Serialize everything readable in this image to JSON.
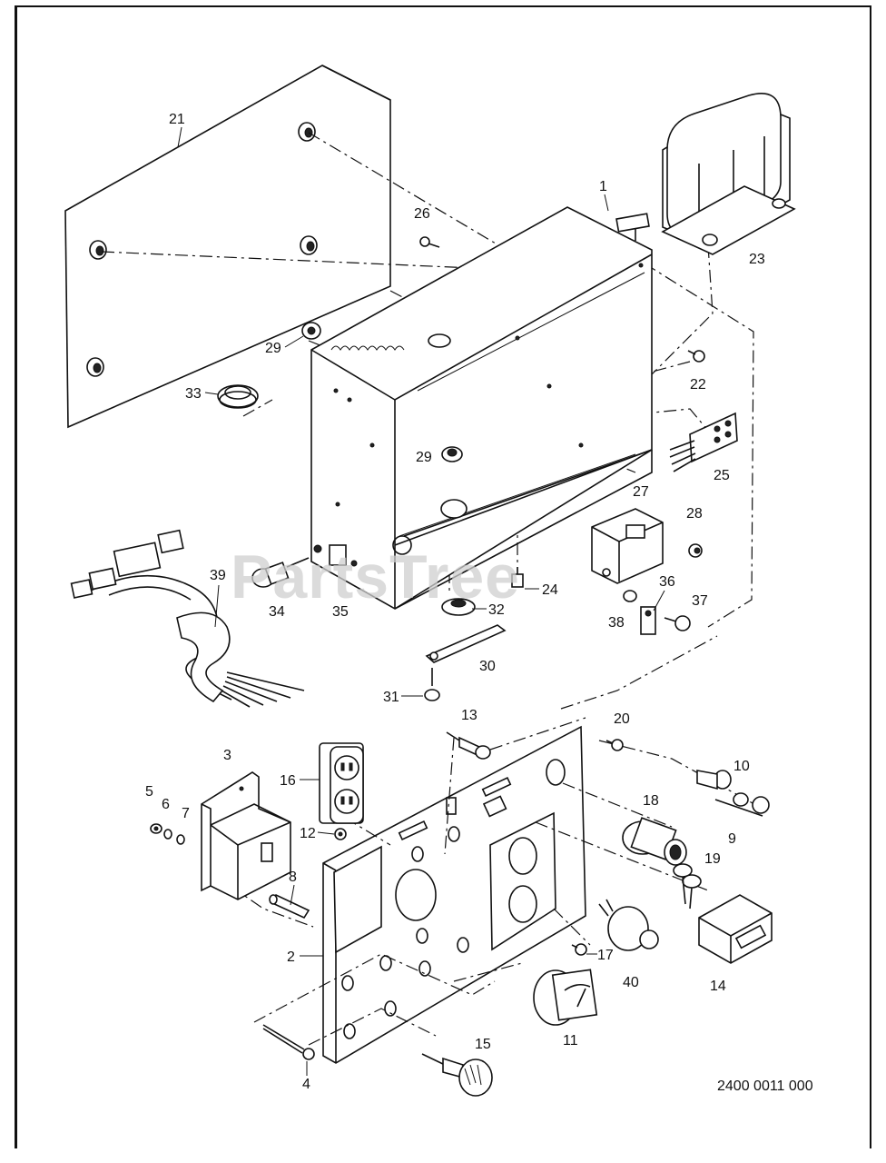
{
  "callouts": {
    "c1": "1",
    "c2": "2",
    "c3": "3",
    "c4": "4",
    "c5": "5",
    "c6": "6",
    "c7": "7",
    "c8": "8",
    "c9": "9",
    "c10": "10",
    "c11": "11",
    "c12": "12",
    "c13": "13",
    "c14": "14",
    "c15": "15",
    "c16": "16",
    "c17": "17",
    "c18": "18",
    "c19": "19",
    "c20": "20",
    "c21": "21",
    "c22": "22",
    "c23": "23",
    "c24": "24",
    "c25": "25",
    "c26": "26",
    "c27": "27",
    "c28": "28",
    "c29a": "29",
    "c29b": "29",
    "c30": "30",
    "c31": "31",
    "c32": "32",
    "c33": "33",
    "c34": "34",
    "c35": "35",
    "c36": "36",
    "c37": "37",
    "c38": "38",
    "c39": "39",
    "c40": "40"
  },
  "drawing_number": "2400 0011 000",
  "watermark": "PartsTree"
}
